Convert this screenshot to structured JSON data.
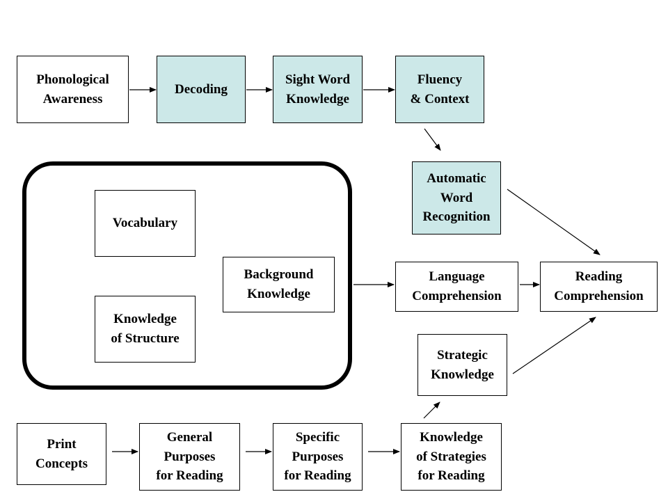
{
  "nodes": {
    "phonological_awareness": "Phonological\nAwareness",
    "decoding": "Decoding",
    "sight_word_knowledge": "Sight Word\nKnowledge",
    "fluency_context": "Fluency\n& Context",
    "automatic_word_recognition": "Automatic\nWord\nRecognition",
    "vocabulary": "Vocabulary",
    "background_knowledge": "Background\nKnowledge",
    "knowledge_of_structure": "Knowledge\nof Structure",
    "language_comprehension": "Language\nComprehension",
    "reading_comprehension": "Reading\nComprehension",
    "strategic_knowledge": "Strategic\nKnowledge",
    "print_concepts": "Print\nConcepts",
    "general_purposes": "General\nPurposes\nfor Reading",
    "specific_purposes": "Specific\nPurposes\nfor Reading",
    "knowledge_of_strategies": "Knowledge\nof Strategies\nfor Reading"
  },
  "edges": [
    [
      "phonological_awareness",
      "decoding"
    ],
    [
      "decoding",
      "sight_word_knowledge"
    ],
    [
      "sight_word_knowledge",
      "fluency_context"
    ],
    [
      "fluency_context",
      "automatic_word_recognition"
    ],
    [
      "automatic_word_recognition",
      "reading_comprehension"
    ],
    [
      "language_knowledge_group",
      "language_comprehension"
    ],
    [
      "language_comprehension",
      "reading_comprehension"
    ],
    [
      "strategic_knowledge",
      "reading_comprehension"
    ],
    [
      "print_concepts",
      "general_purposes"
    ],
    [
      "general_purposes",
      "specific_purposes"
    ],
    [
      "specific_purposes",
      "knowledge_of_strategies"
    ],
    [
      "knowledge_of_strategies",
      "strategic_knowledge"
    ]
  ],
  "colors": {
    "highlight_fill": "#cce8e8",
    "stroke": "#000000",
    "background": "#ffffff"
  }
}
